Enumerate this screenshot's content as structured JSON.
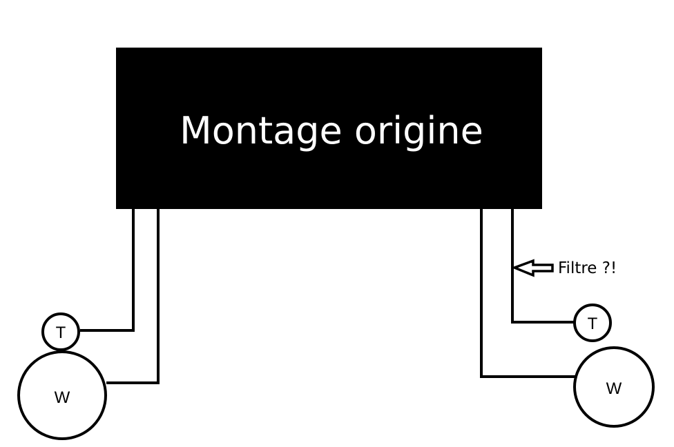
{
  "title": "Montage origine",
  "annotation": "Filtre ?!",
  "components": {
    "left_tweeter": "T",
    "left_woofer": "W",
    "right_tweeter": "T",
    "right_woofer": "W"
  },
  "colors": {
    "box": "#000000",
    "box_text": "#ffffff",
    "line": "#000000"
  }
}
